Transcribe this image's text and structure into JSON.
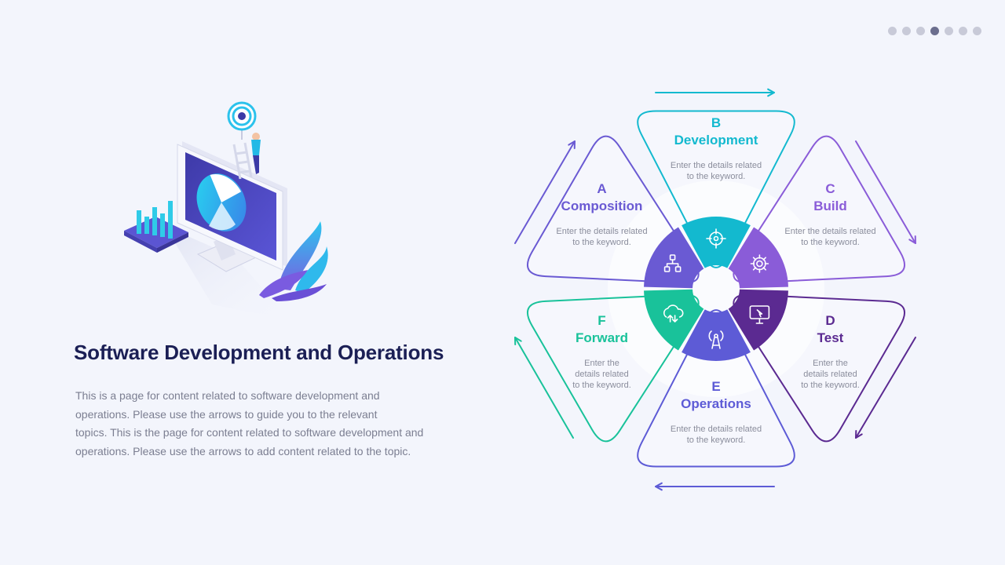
{
  "page": {
    "title": "Software Development and Operations",
    "body_lines": [
      "This is a page for content related to software development and",
      "operations. Please use the arrows to guide you to the relevant",
      "topics. This is the page for content related to software development and",
      "operations. Please use the arrows to add content related to the topic."
    ],
    "page_dots": {
      "count": 7,
      "active_index": 3
    }
  },
  "colors": {
    "purple": "#6a5ad3",
    "teal": "#13b9cf",
    "violet": "#8a5cd8",
    "deep_purple": "#5b2a91",
    "green": "#19c29a",
    "title": "#1b1f55",
    "body": "#7b7e91"
  },
  "diagram": {
    "segments": [
      {
        "id": "A",
        "letter": "A",
        "name": "Composition",
        "desc_lines": [
          "Enter the details related",
          "to the keyword."
        ],
        "color": "#6a5ad3",
        "icon": "flowchart-icon"
      },
      {
        "id": "B",
        "letter": "B",
        "name": "Development",
        "desc_lines": [
          "Enter the details related",
          "to the keyword."
        ],
        "color": "#13b9cf",
        "icon": "target-icon"
      },
      {
        "id": "C",
        "letter": "C",
        "name": "Build",
        "desc_lines": [
          "Enter the details related",
          "to the keyword."
        ],
        "color": "#8a5cd8",
        "icon": "gear-icon"
      },
      {
        "id": "D",
        "letter": "D",
        "name": "Test",
        "desc_lines": [
          "Enter the",
          "details related",
          "to the keyword."
        ],
        "color": "#5b2a91",
        "icon": "monitor-cursor-icon"
      },
      {
        "id": "E",
        "letter": "E",
        "name": "Operations",
        "desc_lines": [
          "Enter the details related",
          "to the keyword."
        ],
        "color": "#5d5bd6",
        "icon": "antenna-icon"
      },
      {
        "id": "F",
        "letter": "F",
        "name": "Forward",
        "desc_lines": [
          "Enter the",
          "details related",
          "to the keyword."
        ],
        "color": "#19c29a",
        "icon": "cloud-transfer-icon"
      }
    ]
  }
}
